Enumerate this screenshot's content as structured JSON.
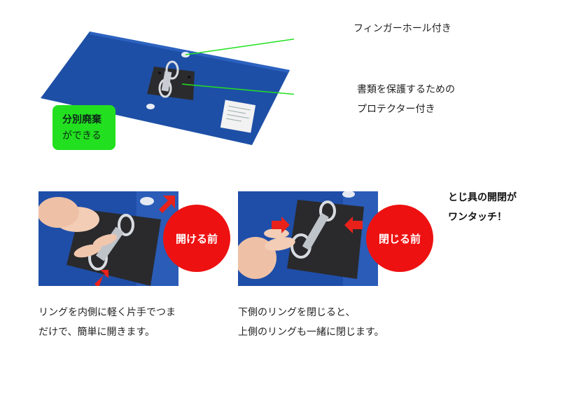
{
  "callouts": {
    "finger_hole": "フィンガーホール付き",
    "protector_line1": "書類を保護するための",
    "protector_line2": "プロテクター付き"
  },
  "badge": {
    "line1": "分別廃棄",
    "line2": "ができる"
  },
  "photo_left": {
    "label": "開ける前"
  },
  "photo_right": {
    "label": "閉じる前"
  },
  "headline": {
    "line1": "とじ具の開閉が",
    "line2": "ワンタッチ！"
  },
  "caption_left": {
    "line1": "リングを内側に軽く片手でつま",
    "line2": "だけで、簡単に開きます。"
  },
  "caption_right": {
    "line1": "下側のリングを閉じると、",
    "line2": "上側のリングも一緒に閉じます。"
  },
  "colors": {
    "binder_blue": "#1e4fa6",
    "accent_green": "#22e01f",
    "badge_red": "#ee1111",
    "arrow_red": "#e8221a"
  }
}
